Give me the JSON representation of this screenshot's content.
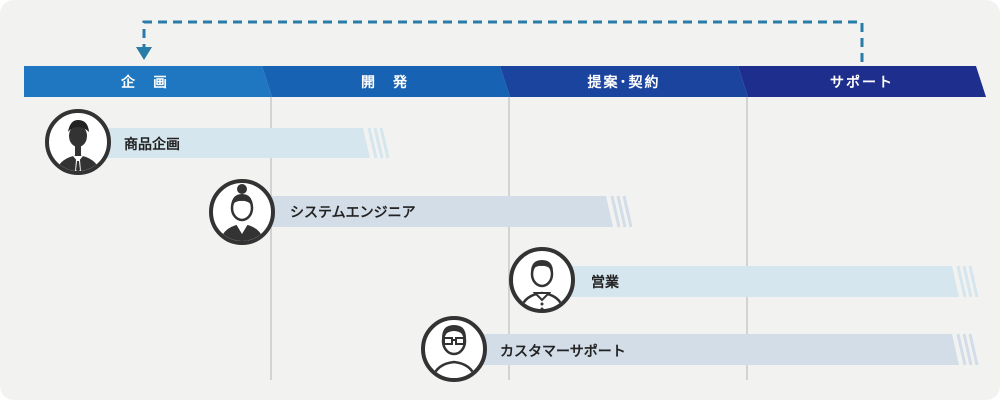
{
  "phases": [
    {
      "label": "企　画",
      "color": "#1f77c1"
    },
    {
      "label": "開　発",
      "color": "#1762b3"
    },
    {
      "label": "提案･契約",
      "color": "#1b449f"
    },
    {
      "label": "サポート",
      "color": "#1d2e8c"
    }
  ],
  "roles": [
    {
      "label": "商品企画",
      "icon": "businessman-avatar-icon"
    },
    {
      "label": "システムエンジニア",
      "icon": "woman-engineer-avatar-icon"
    },
    {
      "label": "営業",
      "icon": "sales-person-avatar-icon"
    },
    {
      "label": "カスタマーサポート",
      "icon": "support-person-with-glasses-avatar-icon"
    }
  ],
  "colors": {
    "loop_arrow": "#2a7ca8",
    "bar_fill": "#d5e6ee",
    "bar_fill_alt": "#d3dde8",
    "avatar_ring": "#333333",
    "divider": "#d3d3d3"
  }
}
